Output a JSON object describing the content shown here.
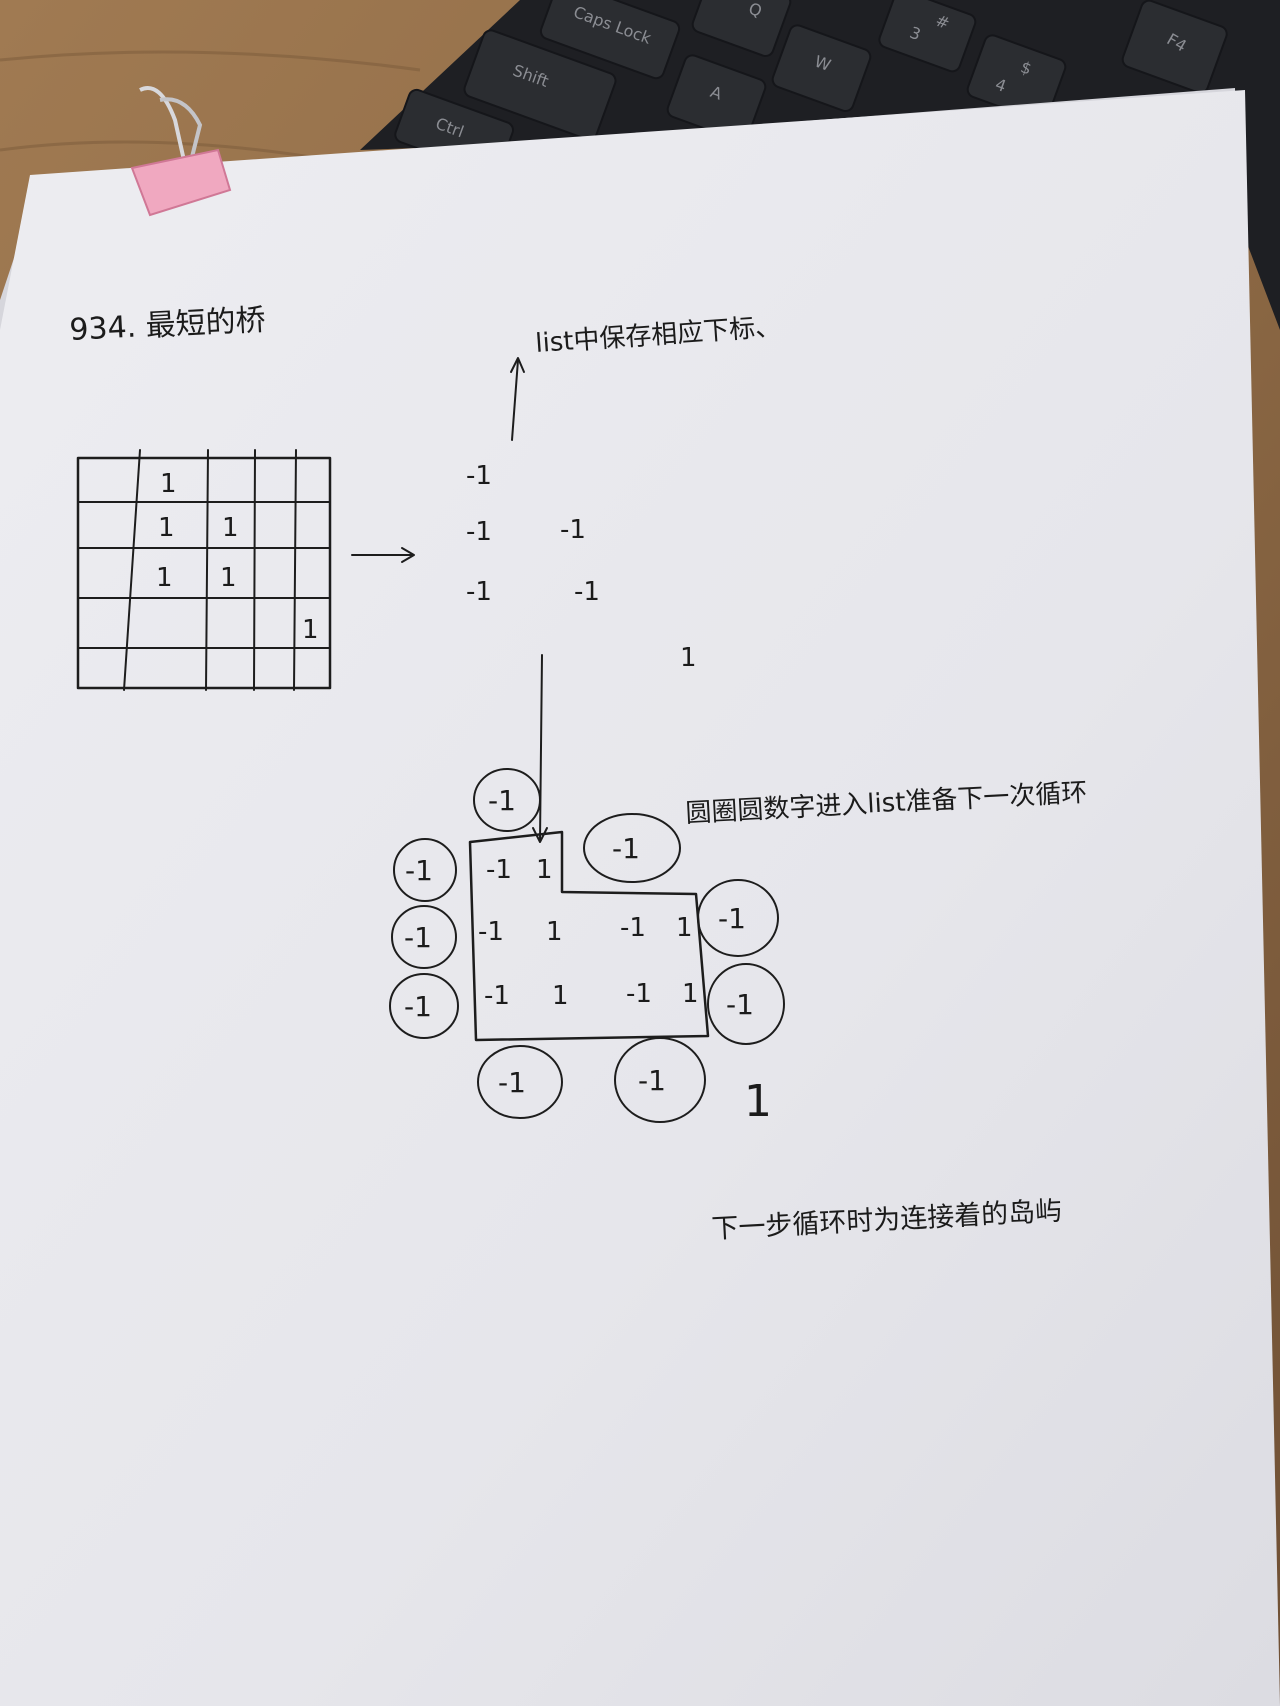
{
  "keyboard": {
    "keys": [
      "Caps Lock",
      "Q",
      "3",
      "#",
      "F4",
      "Shift",
      "A",
      "W",
      "4",
      "$",
      "Ctrl"
    ]
  },
  "paper": {
    "title": "934. 最短的桥",
    "grid_cells": [
      [
        "",
        "1",
        "",
        "",
        ""
      ],
      [
        "",
        "1",
        "1",
        "",
        ""
      ],
      [
        "",
        "1",
        "1",
        "",
        ""
      ],
      [
        "",
        "",
        "",
        "",
        "1"
      ],
      [
        "",
        "",
        "",
        "",
        ""
      ]
    ],
    "note_list": "list中保存相应下标、",
    "marked_values": [
      [
        "-1",
        "",
        ""
      ],
      [
        "-1",
        "-1",
        ""
      ],
      [
        "-1",
        "-1",
        ""
      ],
      [
        "",
        "",
        "1"
      ]
    ],
    "note_circles": "圆圈圆数字进入list准备下一次循环",
    "island_values": [
      "-1",
      "1",
      "-1",
      "1",
      "-1",
      "1",
      "-1",
      "1",
      "-1",
      "1"
    ],
    "circled_values": [
      "-1",
      "-1",
      "-1",
      "-1",
      "-1",
      "-1",
      "-1",
      "-1",
      "-1"
    ],
    "lone_one": "1",
    "note_next": "下一步循环时为连接着的岛屿"
  }
}
